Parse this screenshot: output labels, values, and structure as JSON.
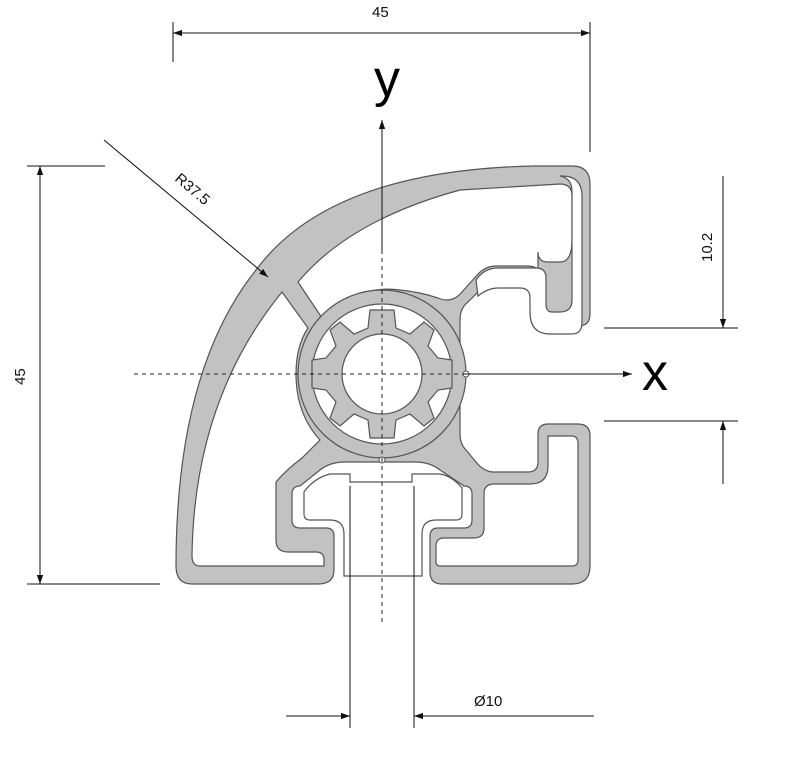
{
  "dimensions": {
    "width": "45",
    "height": "45",
    "radius": "R37.5",
    "offset": "10.2",
    "bore": "Ø10"
  },
  "axes": {
    "x": "x",
    "y": "y"
  },
  "colors": {
    "profile_fill": "#c2c2c2",
    "profile_stroke": "#555555"
  }
}
